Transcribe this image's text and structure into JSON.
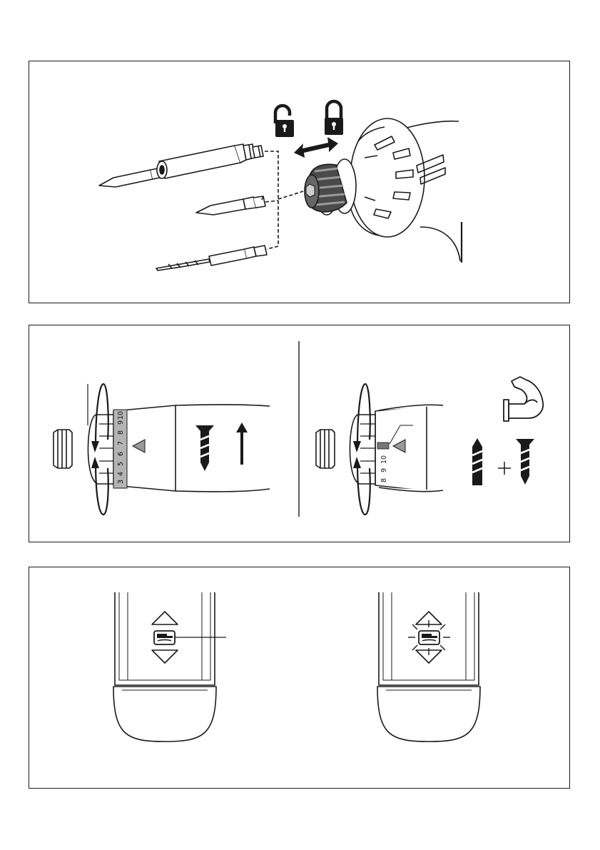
{
  "panels": {
    "panel_1": {
      "name": "bit-insertion"
    },
    "panel_2": {
      "left": {
        "torque_numbers": [
          "3",
          "4",
          "5",
          "6",
          "7",
          "8",
          "9",
          "10"
        ]
      },
      "right": {
        "torque_numbers": [
          "8",
          "9",
          "10"
        ]
      }
    },
    "panel_3": {}
  },
  "colors": {
    "line": "#1a1a1a",
    "grey_band": "#b4b4b4",
    "pointer": "#9a9a9a",
    "dark": "#111111"
  },
  "icons": [
    "unlock-icon",
    "lock-icon",
    "double-arrow-icon",
    "rotate-arrow-icon",
    "screw-icon",
    "drill-bit-icon",
    "flexed-arm-icon",
    "battery-icon",
    "plus-icon"
  ]
}
